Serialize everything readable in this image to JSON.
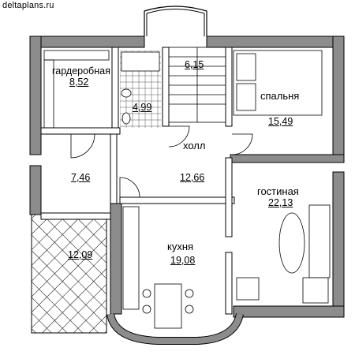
{
  "watermark": "deltaplans.ru",
  "rooms": {
    "wardrobe": {
      "name": "гардеробная",
      "area": "8,52"
    },
    "bath": {
      "area": "4,99"
    },
    "stair": {
      "area": "6,15"
    },
    "bedroom": {
      "name": "спальня",
      "area": "15,49"
    },
    "hall": {
      "name": "холл",
      "area": "12,66"
    },
    "vestibule": {
      "area": "7,46"
    },
    "living": {
      "name": "гостиная",
      "area": "22,13"
    },
    "terrace": {
      "area": "12,09"
    },
    "kitchen": {
      "name": "кухня",
      "area": "19,08"
    }
  },
  "colors": {
    "wall": "#8c8c8c",
    "line": "#000000",
    "tile": "#000000"
  }
}
